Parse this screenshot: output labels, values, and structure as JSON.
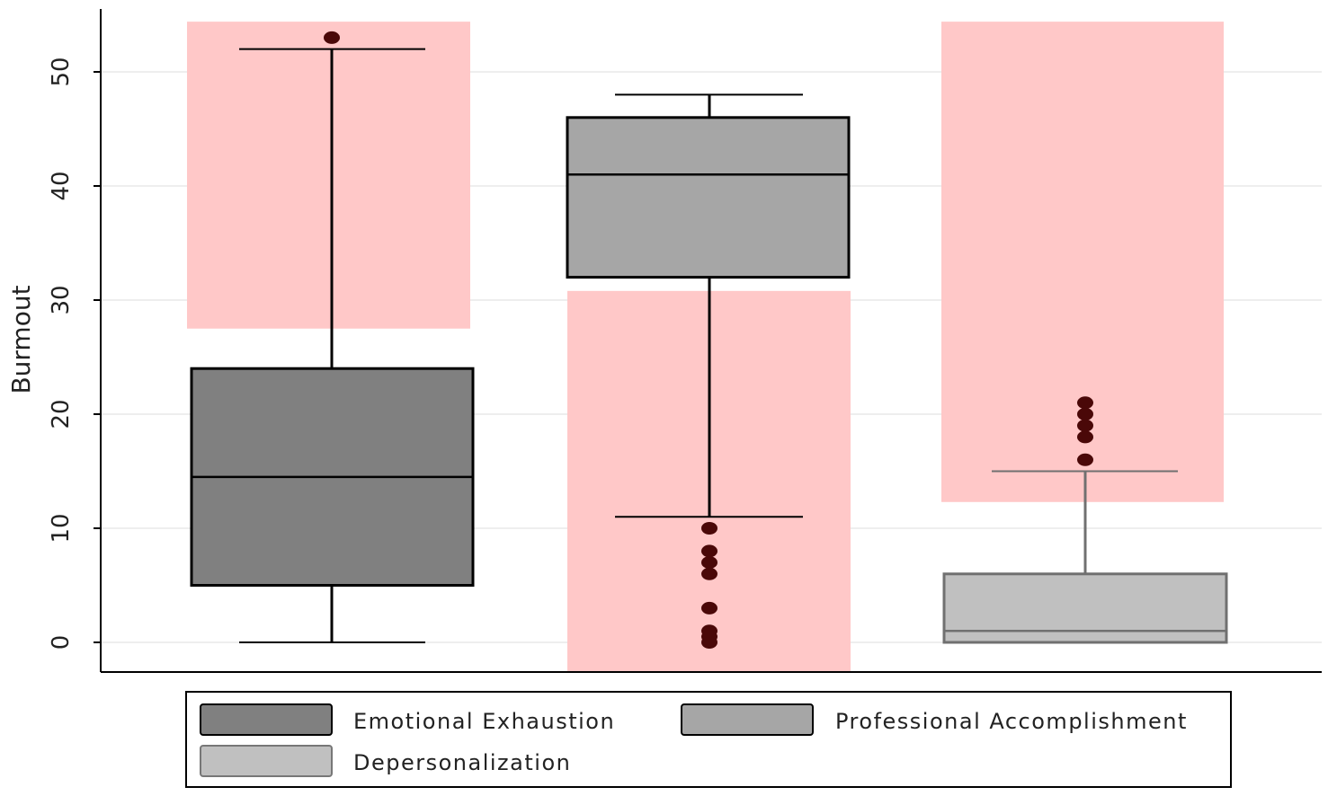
{
  "chart_data": {
    "type": "box",
    "ylabel": "Burmout",
    "xlabel": "",
    "title": "",
    "ylim": [
      -2.6,
      55.5
    ],
    "yticks": [
      0,
      10,
      20,
      30,
      40,
      50
    ],
    "grid": true,
    "legend_placement": "bottom",
    "reference_bands": [
      {
        "series": "Emotional Exhaustion",
        "from": 27.5,
        "to": 54.4,
        "color": "#ffc8c8"
      },
      {
        "series": "Professional Accomplishment",
        "from": -2.6,
        "to": 30.8,
        "color": "#ffc8c8"
      },
      {
        "series": "Depersonalization",
        "from": 12.3,
        "to": 54.4,
        "color": "#ffc8c8"
      }
    ],
    "series": [
      {
        "name": "Emotional Exhaustion",
        "color": "#808080",
        "whisker_low": 0,
        "q1": 5,
        "median": 14.5,
        "q3": 24,
        "whisker_high": 52,
        "outliers": [
          53
        ]
      },
      {
        "name": "Professional Accomplishment",
        "color": "#a6a6a6",
        "whisker_low": 11,
        "q1": 32,
        "median": 41,
        "q3": 46,
        "whisker_high": 48,
        "outliers": [
          10,
          8,
          7,
          6,
          3,
          1,
          0.5,
          0
        ]
      },
      {
        "name": "Depersonalization",
        "color": "#c0c0c0",
        "whisker_low": 0,
        "q1": 0,
        "median": 1,
        "q3": 6,
        "whisker_high": 15,
        "outliers": [
          16,
          18,
          19,
          20,
          21
        ]
      }
    ]
  },
  "colors": {
    "band": "#ffc8c8",
    "outlier": "#4a0808",
    "grid": "#e8e8e8",
    "axis": "#000000"
  }
}
